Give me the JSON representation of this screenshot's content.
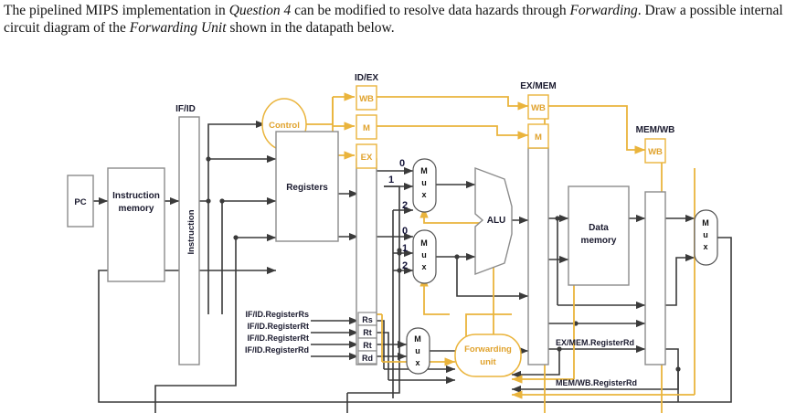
{
  "prompt": {
    "line1_a": "The pipelined MIPS implementation in ",
    "line1_em1": "Question 4",
    "line1_b": " can be modified to resolve data hazards through ",
    "line1_em2": "Forwarding",
    "line1_c": ". Draw a",
    "line2_a": "possible internal circuit diagram of the ",
    "line2_em1": "Forwarding Unit",
    "line2_b": " shown in the datapath below."
  },
  "colors": {
    "wire_dark": "#3a3a3a",
    "wire_orange": "#eab43c",
    "box_stroke": "#8c8c8c",
    "text_dark": "#1a1a2e",
    "text_orange": "#e0a22c",
    "background": "#ffffff"
  },
  "diagram": {
    "stage_registers": [
      {
        "name": "if-id",
        "label": "IF/ID"
      },
      {
        "name": "id-ex",
        "label": "ID/EX"
      },
      {
        "name": "ex-mem",
        "label": "EX/MEM"
      },
      {
        "name": "mem-wb",
        "label": "MEM/WB"
      }
    ],
    "control_fields": {
      "id_ex": [
        "WB",
        "M",
        "EX"
      ],
      "ex_mem": [
        "WB",
        "M"
      ],
      "mem_wb": [
        "WB"
      ]
    },
    "blocks": [
      {
        "name": "pc",
        "label": "PC"
      },
      {
        "name": "instruction-memory",
        "label_line1": "Instruction",
        "label_line2": "memory"
      },
      {
        "name": "registers",
        "label": "Registers"
      },
      {
        "name": "alu",
        "label": "ALU"
      },
      {
        "name": "data-memory",
        "label_line1": "Data",
        "label_line2": "memory"
      },
      {
        "name": "control-unit",
        "label": "Control"
      },
      {
        "name": "forwarding-unit",
        "label_line1": "Forwarding",
        "label_line2": "unit"
      }
    ],
    "instruction_bus_label": "Instruction",
    "muxes": [
      {
        "name": "alu-src-a-mux",
        "label": "Mux",
        "inputs": [
          "0",
          "1",
          "2"
        ]
      },
      {
        "name": "alu-src-b-mux",
        "label": "Mux",
        "inputs": [
          "0",
          "1",
          "2"
        ]
      },
      {
        "name": "reg-dst-mux",
        "label": "Mux",
        "inputs": []
      },
      {
        "name": "mem-to-reg-mux",
        "label": "Mux",
        "inputs": []
      }
    ],
    "register_field_boxes": [
      "Rs",
      "Rt",
      "Rt",
      "Rd"
    ],
    "bus_labels": [
      {
        "name": "ifid-register-rs",
        "text": "IF/ID.RegisterRs"
      },
      {
        "name": "ifid-register-rt-1",
        "text": "IF/ID.RegisterRt"
      },
      {
        "name": "ifid-register-rt-2",
        "text": "IF/ID.RegisterRt"
      },
      {
        "name": "ifid-register-rd",
        "text": "IF/ID.RegisterRd"
      },
      {
        "name": "exmem-register-rd",
        "text": "EX/MEM.RegisterRd"
      },
      {
        "name": "memwb-register-rd",
        "text": "MEM/WB.RegisterRd"
      }
    ]
  }
}
